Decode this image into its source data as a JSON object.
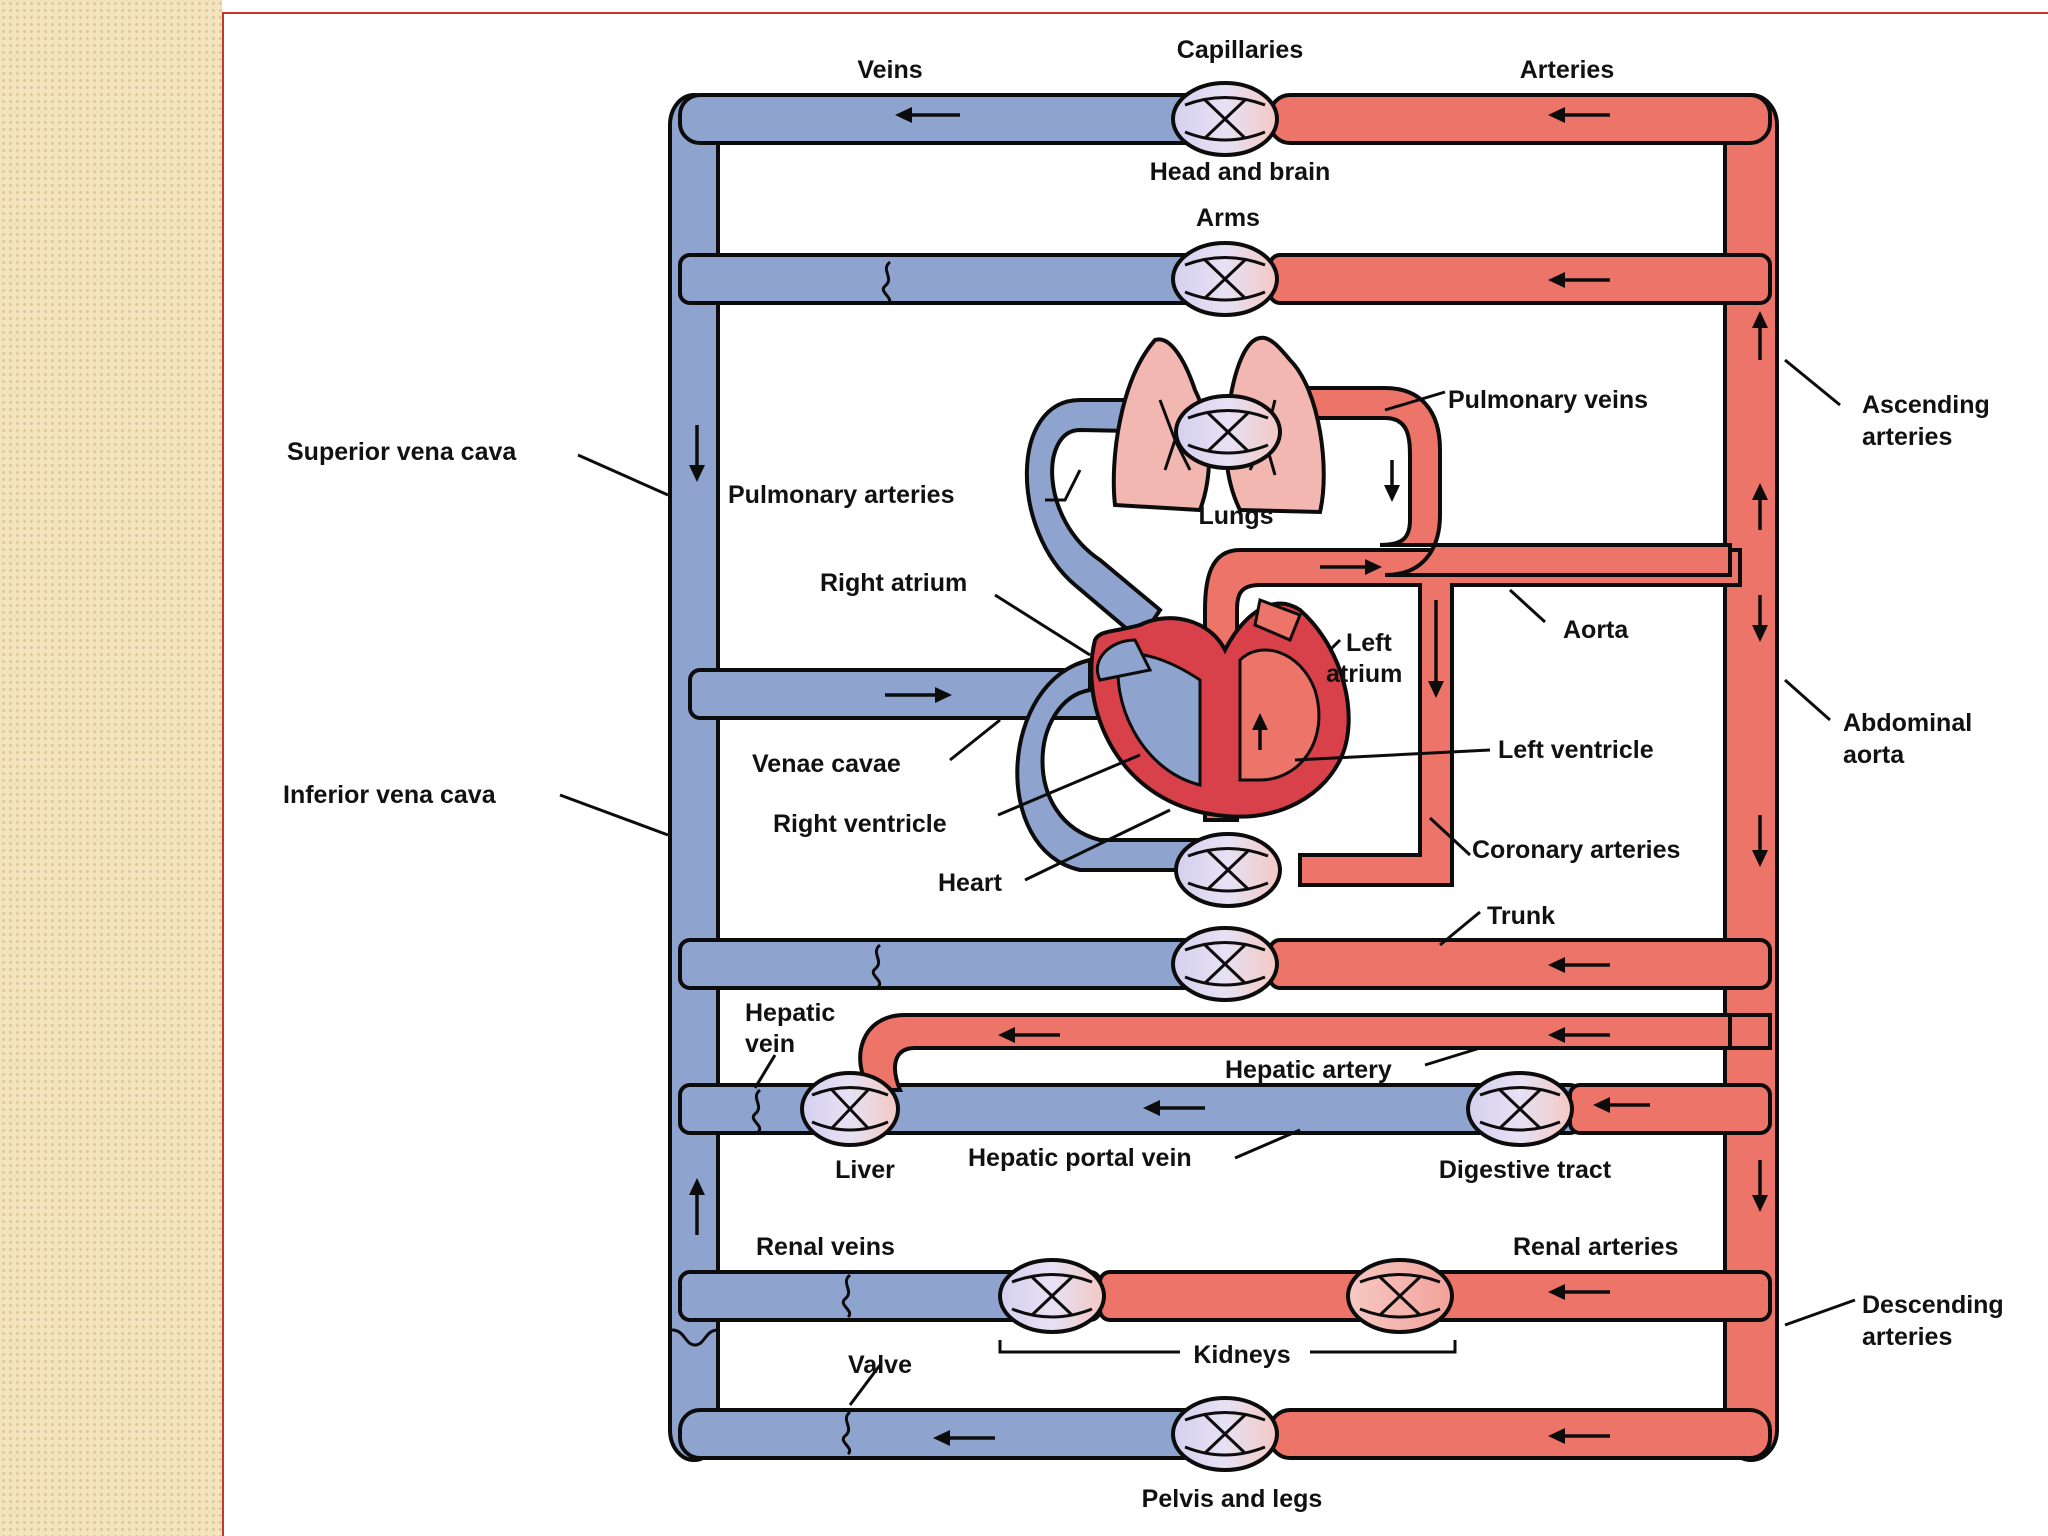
{
  "diagram": {
    "labels": {
      "capillaries": "Capillaries",
      "veins": "Veins",
      "arteries": "Arteries",
      "head_and_brain": "Head and brain",
      "arms": "Arms",
      "ascending_arteries_1": "Ascending",
      "ascending_arteries_2": "arteries",
      "pulmonary_veins": "Pulmonary veins",
      "superior_vena_cava": "Superior vena cava",
      "pulmonary_arteries": "Pulmonary arteries",
      "lungs": "Lungs",
      "right_atrium": "Right atrium",
      "aorta": "Aorta",
      "left_atrium_1": "Left",
      "left_atrium_2": "atrium",
      "abdominal_aorta_1": "Abdominal",
      "abdominal_aorta_2": "aorta",
      "venae_cavae": "Venae cavae",
      "left_ventricle": "Left ventricle",
      "inferior_vena_cava": "Inferior vena cava",
      "right_ventricle": "Right ventricle",
      "coronary_arteries": "Coronary arteries",
      "heart": "Heart",
      "trunk": "Trunk",
      "hepatic_vein_1": "Hepatic",
      "hepatic_vein_2": "vein",
      "hepatic_artery": "Hepatic artery",
      "liver": "Liver",
      "hepatic_portal_vein": "Hepatic portal vein",
      "digestive_tract": "Digestive tract",
      "renal_veins": "Renal veins",
      "renal_arteries": "Renal arteries",
      "descending_arteries_1": "Descending",
      "descending_arteries_2": "arteries",
      "kidneys": "Kidneys",
      "valve": "Valve",
      "pelvis_and_legs": "Pelvis and legs"
    },
    "colors": {
      "vein": "#8fa3cf",
      "artery": "#ec7469",
      "heart_muscle": "#d8404a",
      "capillary": "#ccc6e8",
      "sidebar": "#f3e3bf",
      "frame_line": "#c0392b"
    }
  }
}
